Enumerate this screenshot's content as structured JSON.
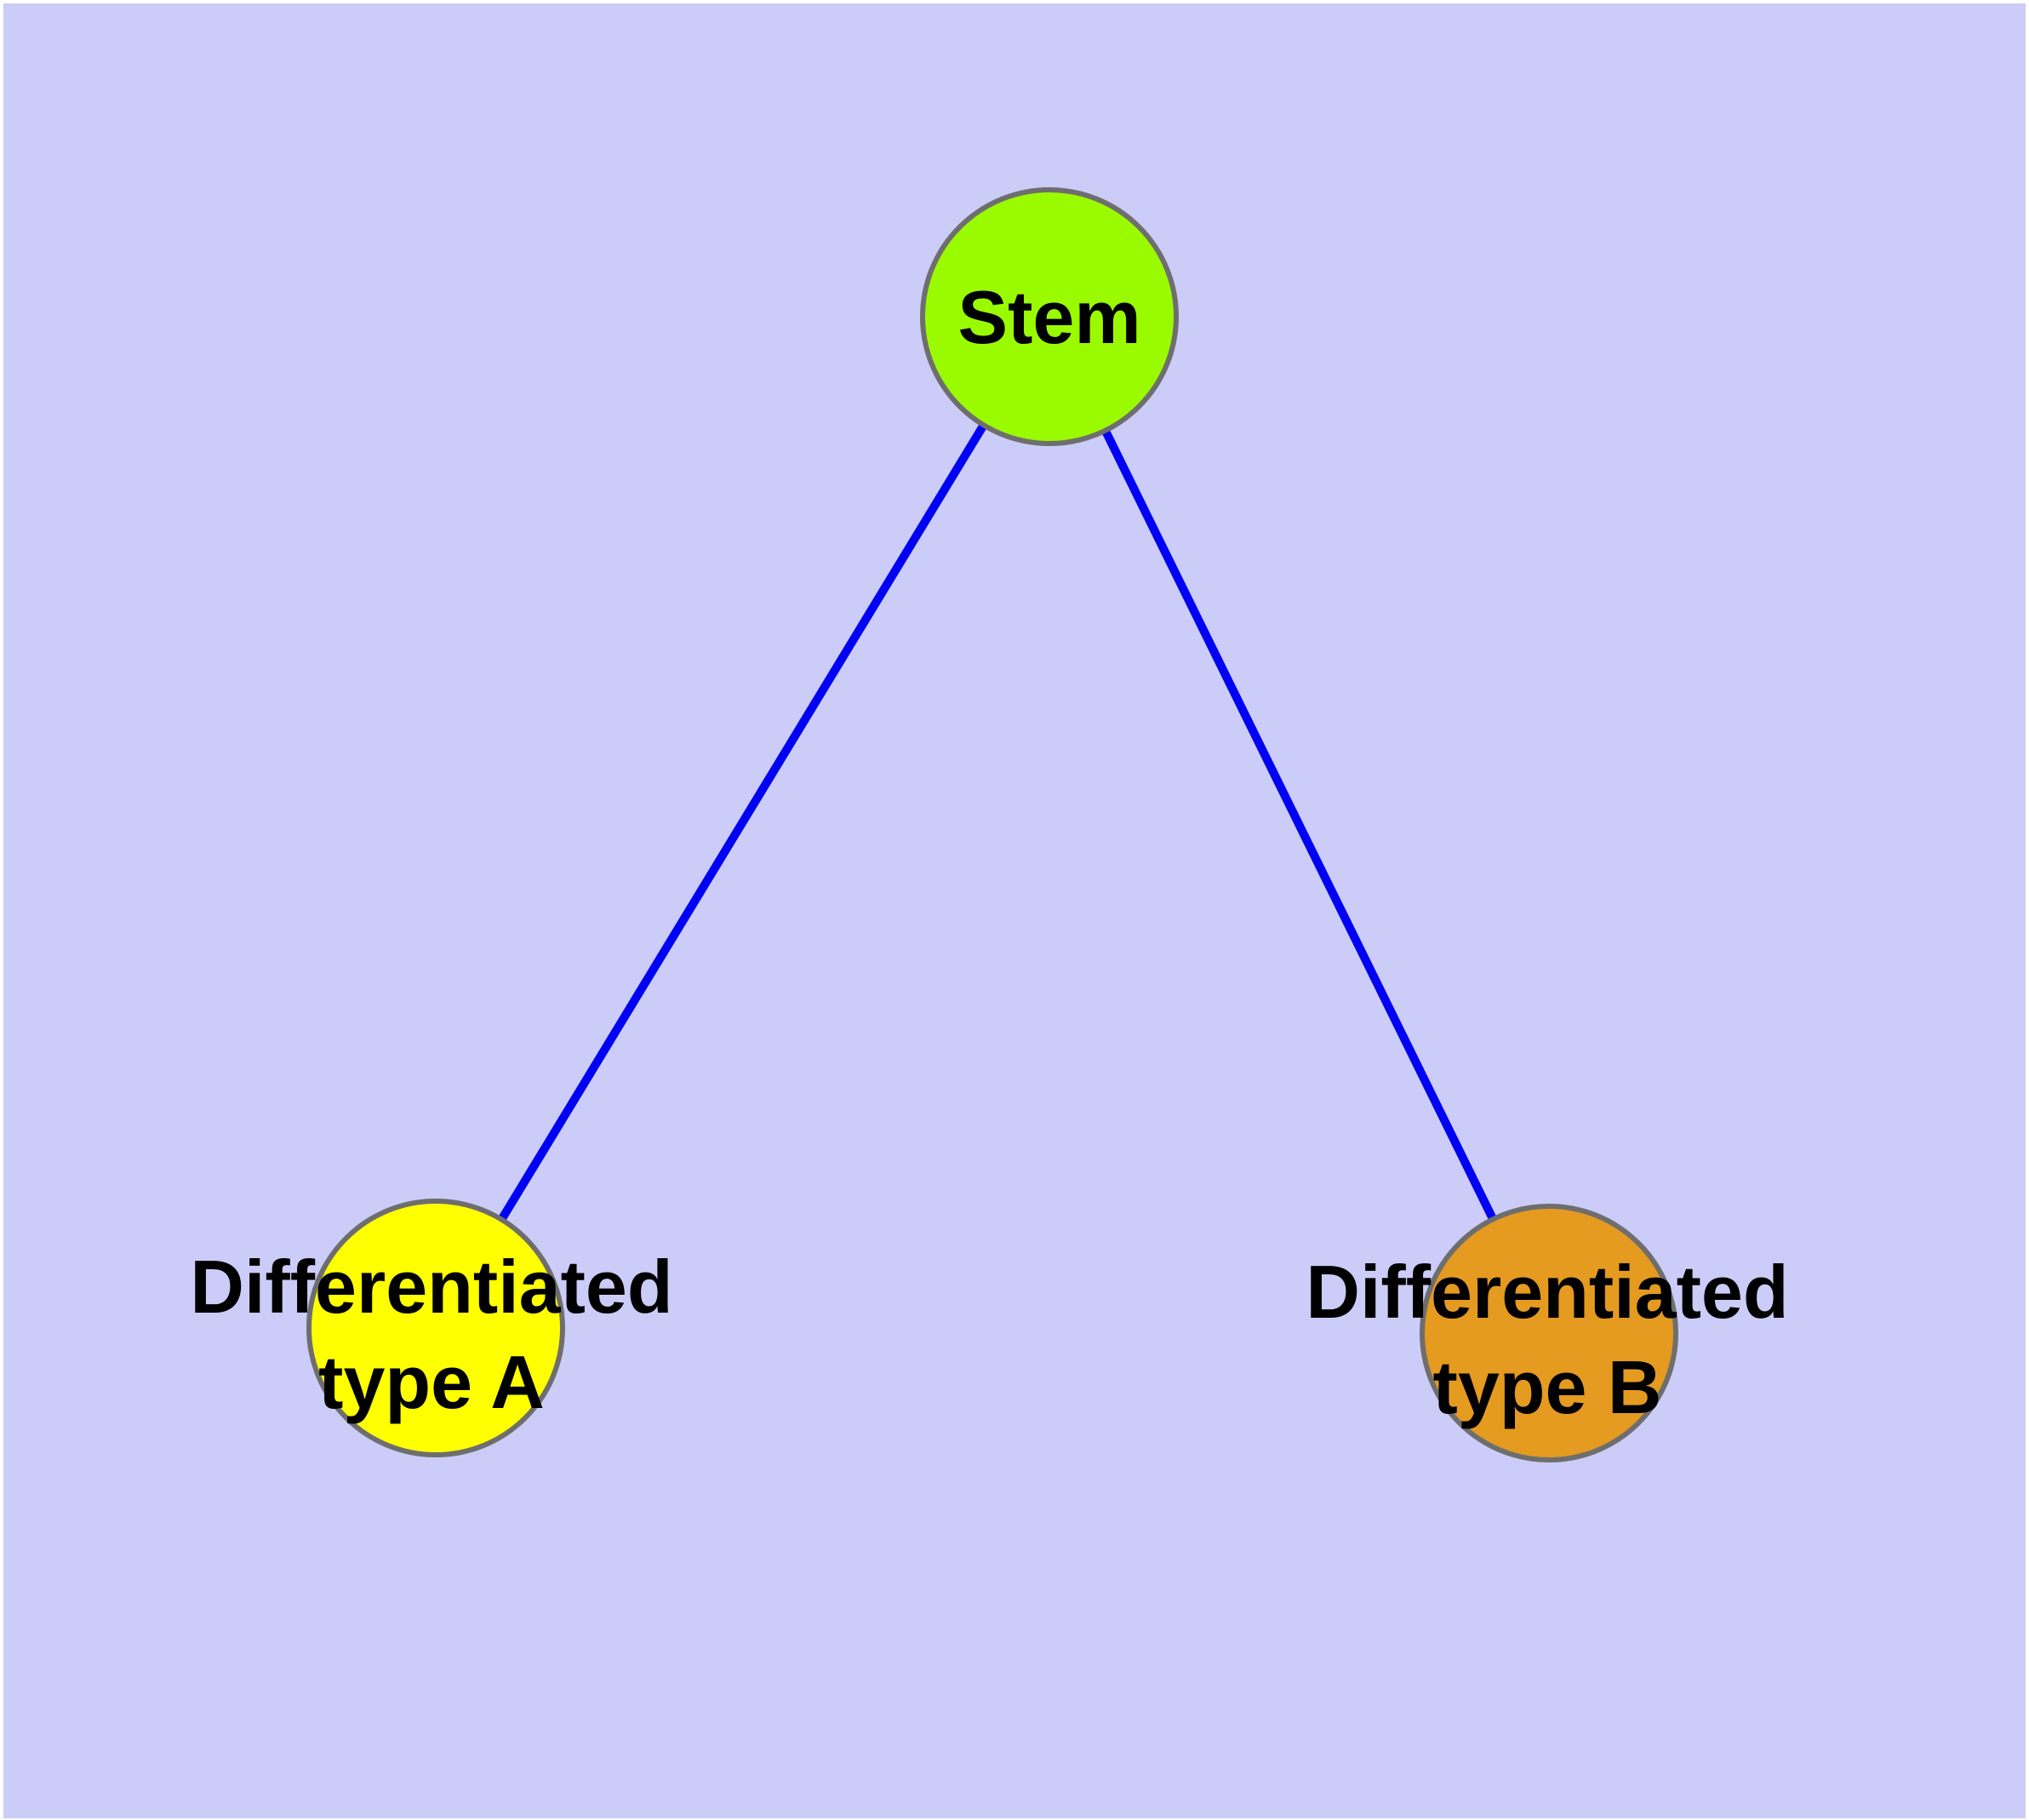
{
  "canvas": {
    "background": "#CCCCF8",
    "frame": "#FFFFFF",
    "text_color": "#000000"
  },
  "edges": {
    "color": "#0000F5",
    "items": [
      {
        "from": "Stem",
        "to": "Differentiated type A"
      },
      {
        "from": "Stem",
        "to": "Differentiated type B"
      }
    ]
  },
  "nodes": {
    "stem": {
      "label": "Stem",
      "color": "#9AFB00",
      "border": "#6E6E6E"
    },
    "type_a": {
      "label_line1": "Differentiated",
      "label_line2": "type A",
      "color": "#FFFF00",
      "border": "#6E6E6E"
    },
    "type_b": {
      "label_line1": "Differentiated",
      "label_line2": "type B",
      "color": "#E59A20",
      "border": "#6E6E6E"
    }
  }
}
